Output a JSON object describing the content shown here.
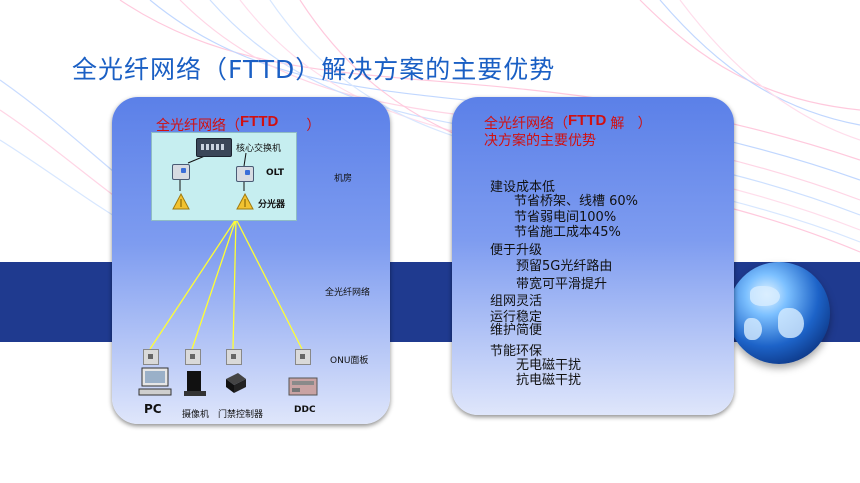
{
  "slide": {
    "title": "全光纤网络（FTTD）解决方案的主要优势"
  },
  "left_panel": {
    "heading_prefix": "全光纤网络（",
    "heading_code": "FTTD",
    "heading_suffix": "）",
    "core_switch_label": "核心交换机",
    "olt_label": "OLT",
    "splitter_label": "分光器",
    "room_label": "机房",
    "network_label": "全光纤网络",
    "onu_label": "ONU面板",
    "terminals": [
      {
        "label": "PC",
        "icon": "pc-icon"
      },
      {
        "label": "摄像机",
        "icon": "camera-icon"
      },
      {
        "label": "门禁控制器",
        "icon": "access-controller-icon"
      },
      {
        "label": "DDC",
        "icon": "ddc-controller-icon"
      }
    ]
  },
  "right_panel": {
    "heading_prefix": "全光纤网络（",
    "heading_code": "FTTD",
    "heading_suffix": "解   ）",
    "heading_line2": "决方案的主要优势",
    "items": [
      "建设成本低",
      "节省桥架、线槽 60%",
      "节省弱电间100%",
      "节省施工成本45%",
      "便于升级",
      "预留5G光纤路由",
      "带宽可平滑提升",
      "组网灵活",
      "运行稳定",
      "维护简便",
      "节能环保",
      "无电磁干扰",
      "抗电磁干扰"
    ]
  },
  "colors": {
    "title": "#1a5fc4",
    "heading_red": "#d11010",
    "band_blue": "#1f3a8f",
    "fiber_yellow": "#ffff33"
  }
}
